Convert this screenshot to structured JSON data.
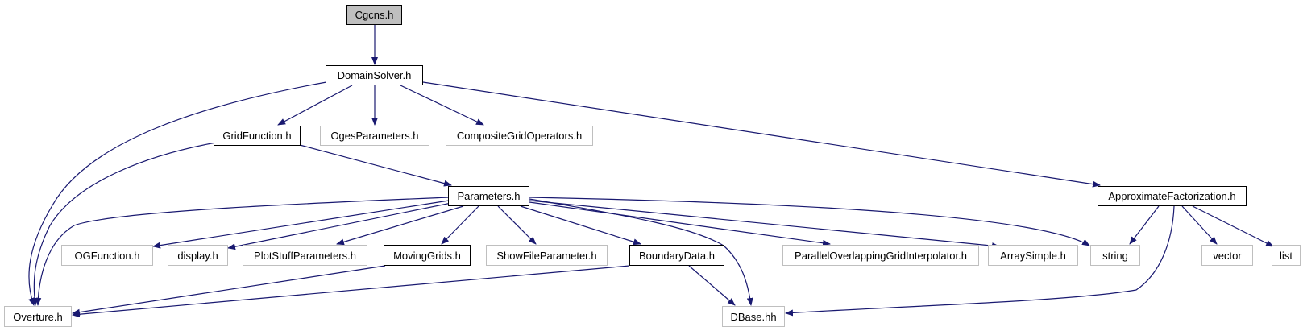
{
  "colors": {
    "edge": "#191970",
    "root_fill": "#bfbfbf",
    "external_border": "#bfbfbf",
    "documented_border": "#000000"
  },
  "nodes": [
    {
      "id": "cgcns",
      "label": "Cgcns.h",
      "kind": "root"
    },
    {
      "id": "domainsolver",
      "label": "DomainSolver.h",
      "kind": "documented"
    },
    {
      "id": "gridfunction",
      "label": "GridFunction.h",
      "kind": "documented"
    },
    {
      "id": "ogesparameters",
      "label": "OgesParameters.h",
      "kind": "external"
    },
    {
      "id": "compositegridoperators",
      "label": "CompositeGridOperators.h",
      "kind": "external"
    },
    {
      "id": "approximatefactorization",
      "label": "ApproximateFactorization.h",
      "kind": "documented"
    },
    {
      "id": "parameters",
      "label": "Parameters.h",
      "kind": "documented"
    },
    {
      "id": "ogfunction",
      "label": "OGFunction.h",
      "kind": "external"
    },
    {
      "id": "display",
      "label": "display.h",
      "kind": "external"
    },
    {
      "id": "plotstuffparameters",
      "label": "PlotStuffParameters.h",
      "kind": "external"
    },
    {
      "id": "movinggrids",
      "label": "MovingGrids.h",
      "kind": "documented"
    },
    {
      "id": "showfileparameter",
      "label": "ShowFileParameter.h",
      "kind": "external"
    },
    {
      "id": "boundarydata",
      "label": "BoundaryData.h",
      "kind": "documented"
    },
    {
      "id": "parallelinterp",
      "label": "ParallelOverlappingGridInterpolator.h",
      "kind": "external"
    },
    {
      "id": "arraysimple",
      "label": "ArraySimple.h",
      "kind": "external"
    },
    {
      "id": "string",
      "label": "string",
      "kind": "external"
    },
    {
      "id": "vector",
      "label": "vector",
      "kind": "external"
    },
    {
      "id": "list",
      "label": "list",
      "kind": "external"
    },
    {
      "id": "overture",
      "label": "Overture.h",
      "kind": "external"
    },
    {
      "id": "dbase",
      "label": "DBase.hh",
      "kind": "external"
    }
  ],
  "edges": [
    {
      "from": "cgcns",
      "to": "domainsolver"
    },
    {
      "from": "domainsolver",
      "to": "overture"
    },
    {
      "from": "domainsolver",
      "to": "gridfunction"
    },
    {
      "from": "domainsolver",
      "to": "ogesparameters"
    },
    {
      "from": "domainsolver",
      "to": "compositegridoperators"
    },
    {
      "from": "domainsolver",
      "to": "approximatefactorization"
    },
    {
      "from": "gridfunction",
      "to": "overture"
    },
    {
      "from": "gridfunction",
      "to": "parameters"
    },
    {
      "from": "parameters",
      "to": "overture"
    },
    {
      "from": "parameters",
      "to": "ogfunction"
    },
    {
      "from": "parameters",
      "to": "display"
    },
    {
      "from": "parameters",
      "to": "plotstuffparameters"
    },
    {
      "from": "parameters",
      "to": "movinggrids"
    },
    {
      "from": "parameters",
      "to": "showfileparameter"
    },
    {
      "from": "parameters",
      "to": "boundarydata"
    },
    {
      "from": "parameters",
      "to": "dbase"
    },
    {
      "from": "parameters",
      "to": "parallelinterp"
    },
    {
      "from": "parameters",
      "to": "arraysimple"
    },
    {
      "from": "parameters",
      "to": "string"
    },
    {
      "from": "approximatefactorization",
      "to": "string"
    },
    {
      "from": "approximatefactorization",
      "to": "dbase"
    },
    {
      "from": "approximatefactorization",
      "to": "vector"
    },
    {
      "from": "approximatefactorization",
      "to": "list"
    },
    {
      "from": "movinggrids",
      "to": "overture"
    },
    {
      "from": "boundarydata",
      "to": "overture"
    },
    {
      "from": "boundarydata",
      "to": "dbase"
    }
  ]
}
